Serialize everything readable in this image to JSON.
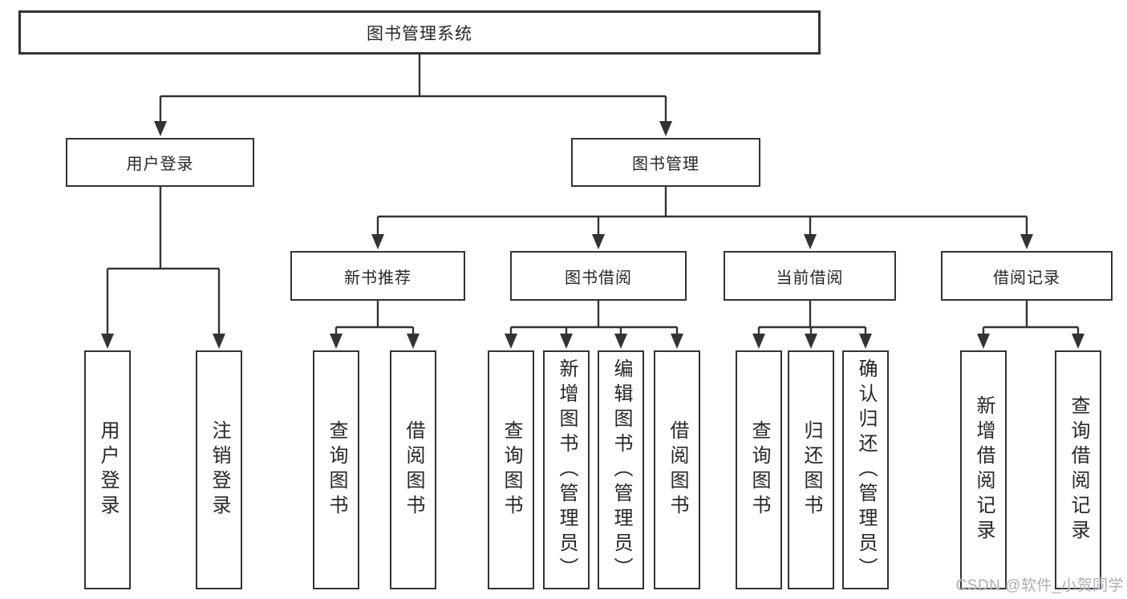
{
  "tree": {
    "root": {
      "label": "图书管理系统"
    },
    "children": [
      {
        "label": "用户登录",
        "children": [
          {
            "label": "用户登录"
          },
          {
            "label": "注销登录"
          }
        ]
      },
      {
        "label": "图书管理",
        "children": [
          {
            "label": "新书推荐",
            "children": [
              {
                "label": "查询图书"
              },
              {
                "label": "借阅图书"
              }
            ]
          },
          {
            "label": "图书借阅",
            "children": [
              {
                "label": "查询图书"
              },
              {
                "label": "新增图书（管理员）"
              },
              {
                "label": "编辑图书（管理员）"
              },
              {
                "label": "借阅图书"
              }
            ]
          },
          {
            "label": "当前借阅",
            "children": [
              {
                "label": "查询图书"
              },
              {
                "label": "归还图书"
              },
              {
                "label": "确认归还（管理员）"
              }
            ]
          },
          {
            "label": "借阅记录",
            "children": [
              {
                "label": "新增借阅记录"
              },
              {
                "label": "查询借阅记录"
              }
            ]
          }
        ]
      }
    ]
  },
  "watermark": {
    "text": "CSDN @软件_小贺同学"
  },
  "colors": {
    "line": "#333333",
    "text": "#262626",
    "background": "#ffffff",
    "watermark": "#a9aeb6"
  }
}
